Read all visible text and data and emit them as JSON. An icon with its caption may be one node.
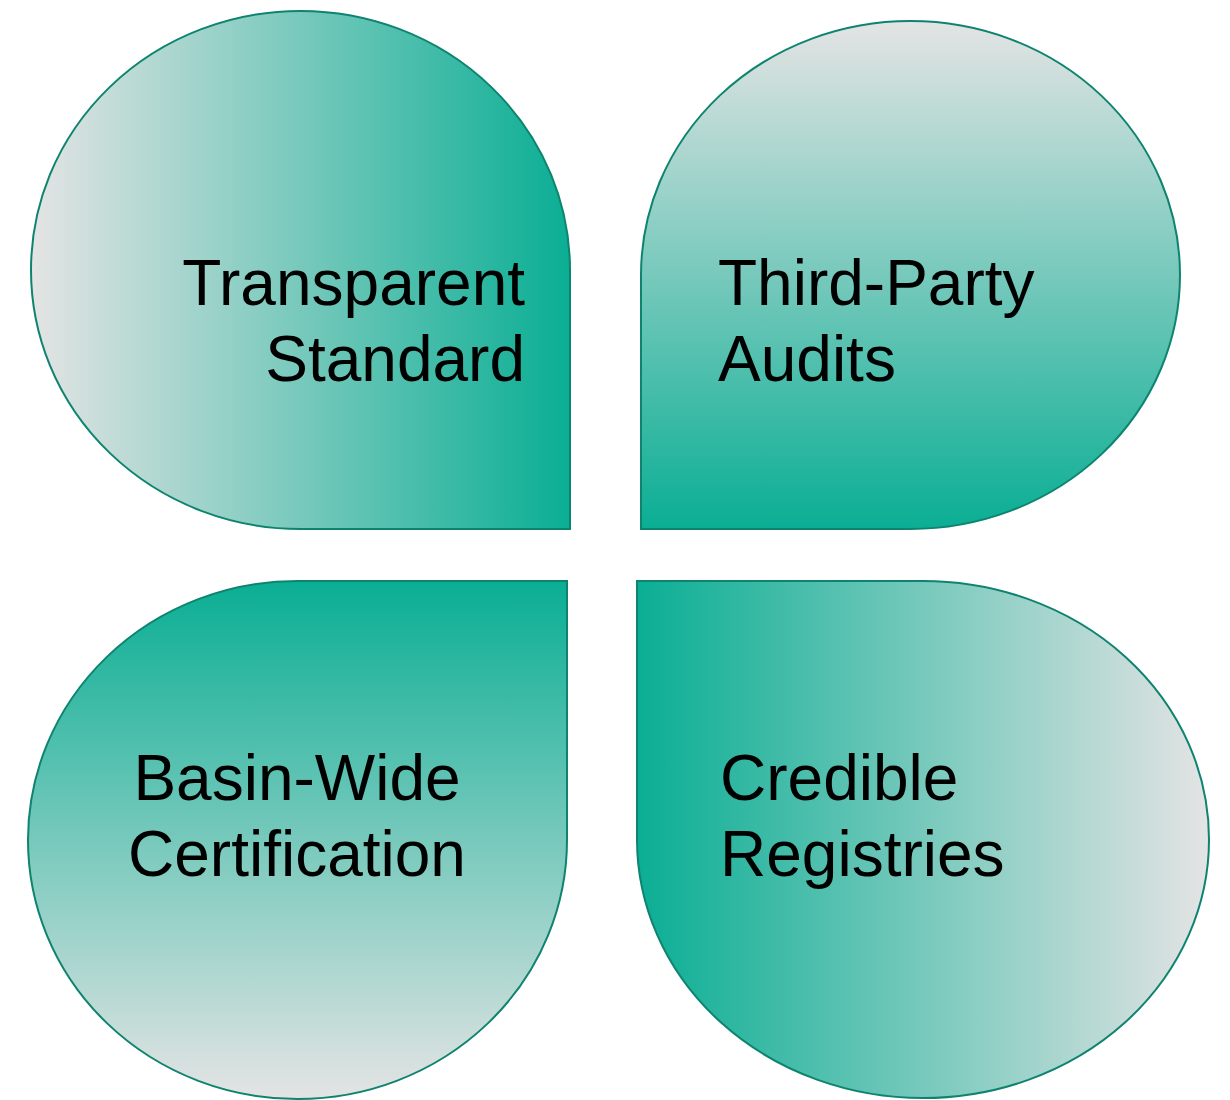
{
  "diagram": {
    "nodes": [
      {
        "text": [
          "Transparent Standard"
        ]
      },
      {
        "text": [
          "Third-Party Audits"
        ]
      },
      {
        "text": [
          "Basin-Wide Certification"
        ]
      },
      {
        "text": [
          "Credible Registries"
        ]
      }
    ]
  }
}
